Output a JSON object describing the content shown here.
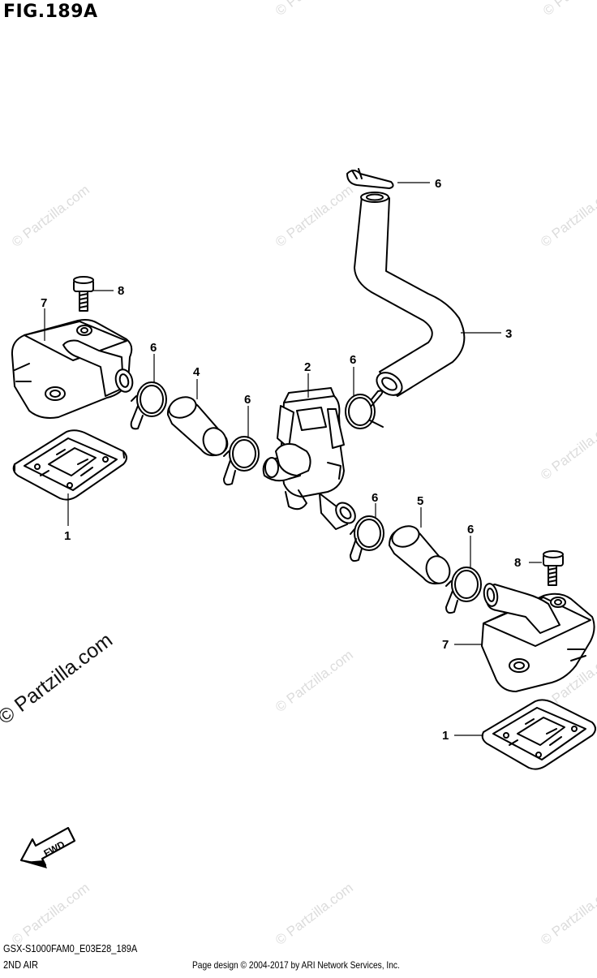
{
  "figure": {
    "title": "FIG.189A",
    "code": "GSX-S1000FAM0_E03E28_189A",
    "subtitle": "2ND AIR",
    "page_copyright": "Page design © 2004-2017 by ARI Network Services, Inc."
  },
  "watermark": {
    "text": "© Partzilla.com",
    "small_text": "© Partzilla.com"
  },
  "fwd_label": "FWD",
  "callouts": {
    "c1a": "1",
    "c1b": "1",
    "c2": "2",
    "c3": "3",
    "c4": "4",
    "c5": "5",
    "c6a": "6",
    "c6b": "6",
    "c6c": "6",
    "c6d": "6",
    "c6e": "6",
    "c6f": "6",
    "c7a": "7",
    "c7b": "7",
    "c8a": "8",
    "c8b": "8"
  }
}
